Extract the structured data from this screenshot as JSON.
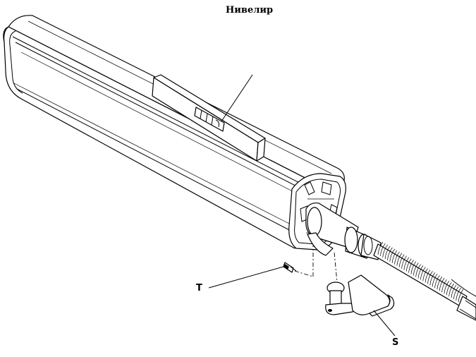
{
  "diagram": {
    "title": "Нивелир",
    "labels": {
      "screw": "T",
      "plate": "S"
    },
    "colors": {
      "ink": "#000000",
      "paper": "#ffffff"
    }
  }
}
